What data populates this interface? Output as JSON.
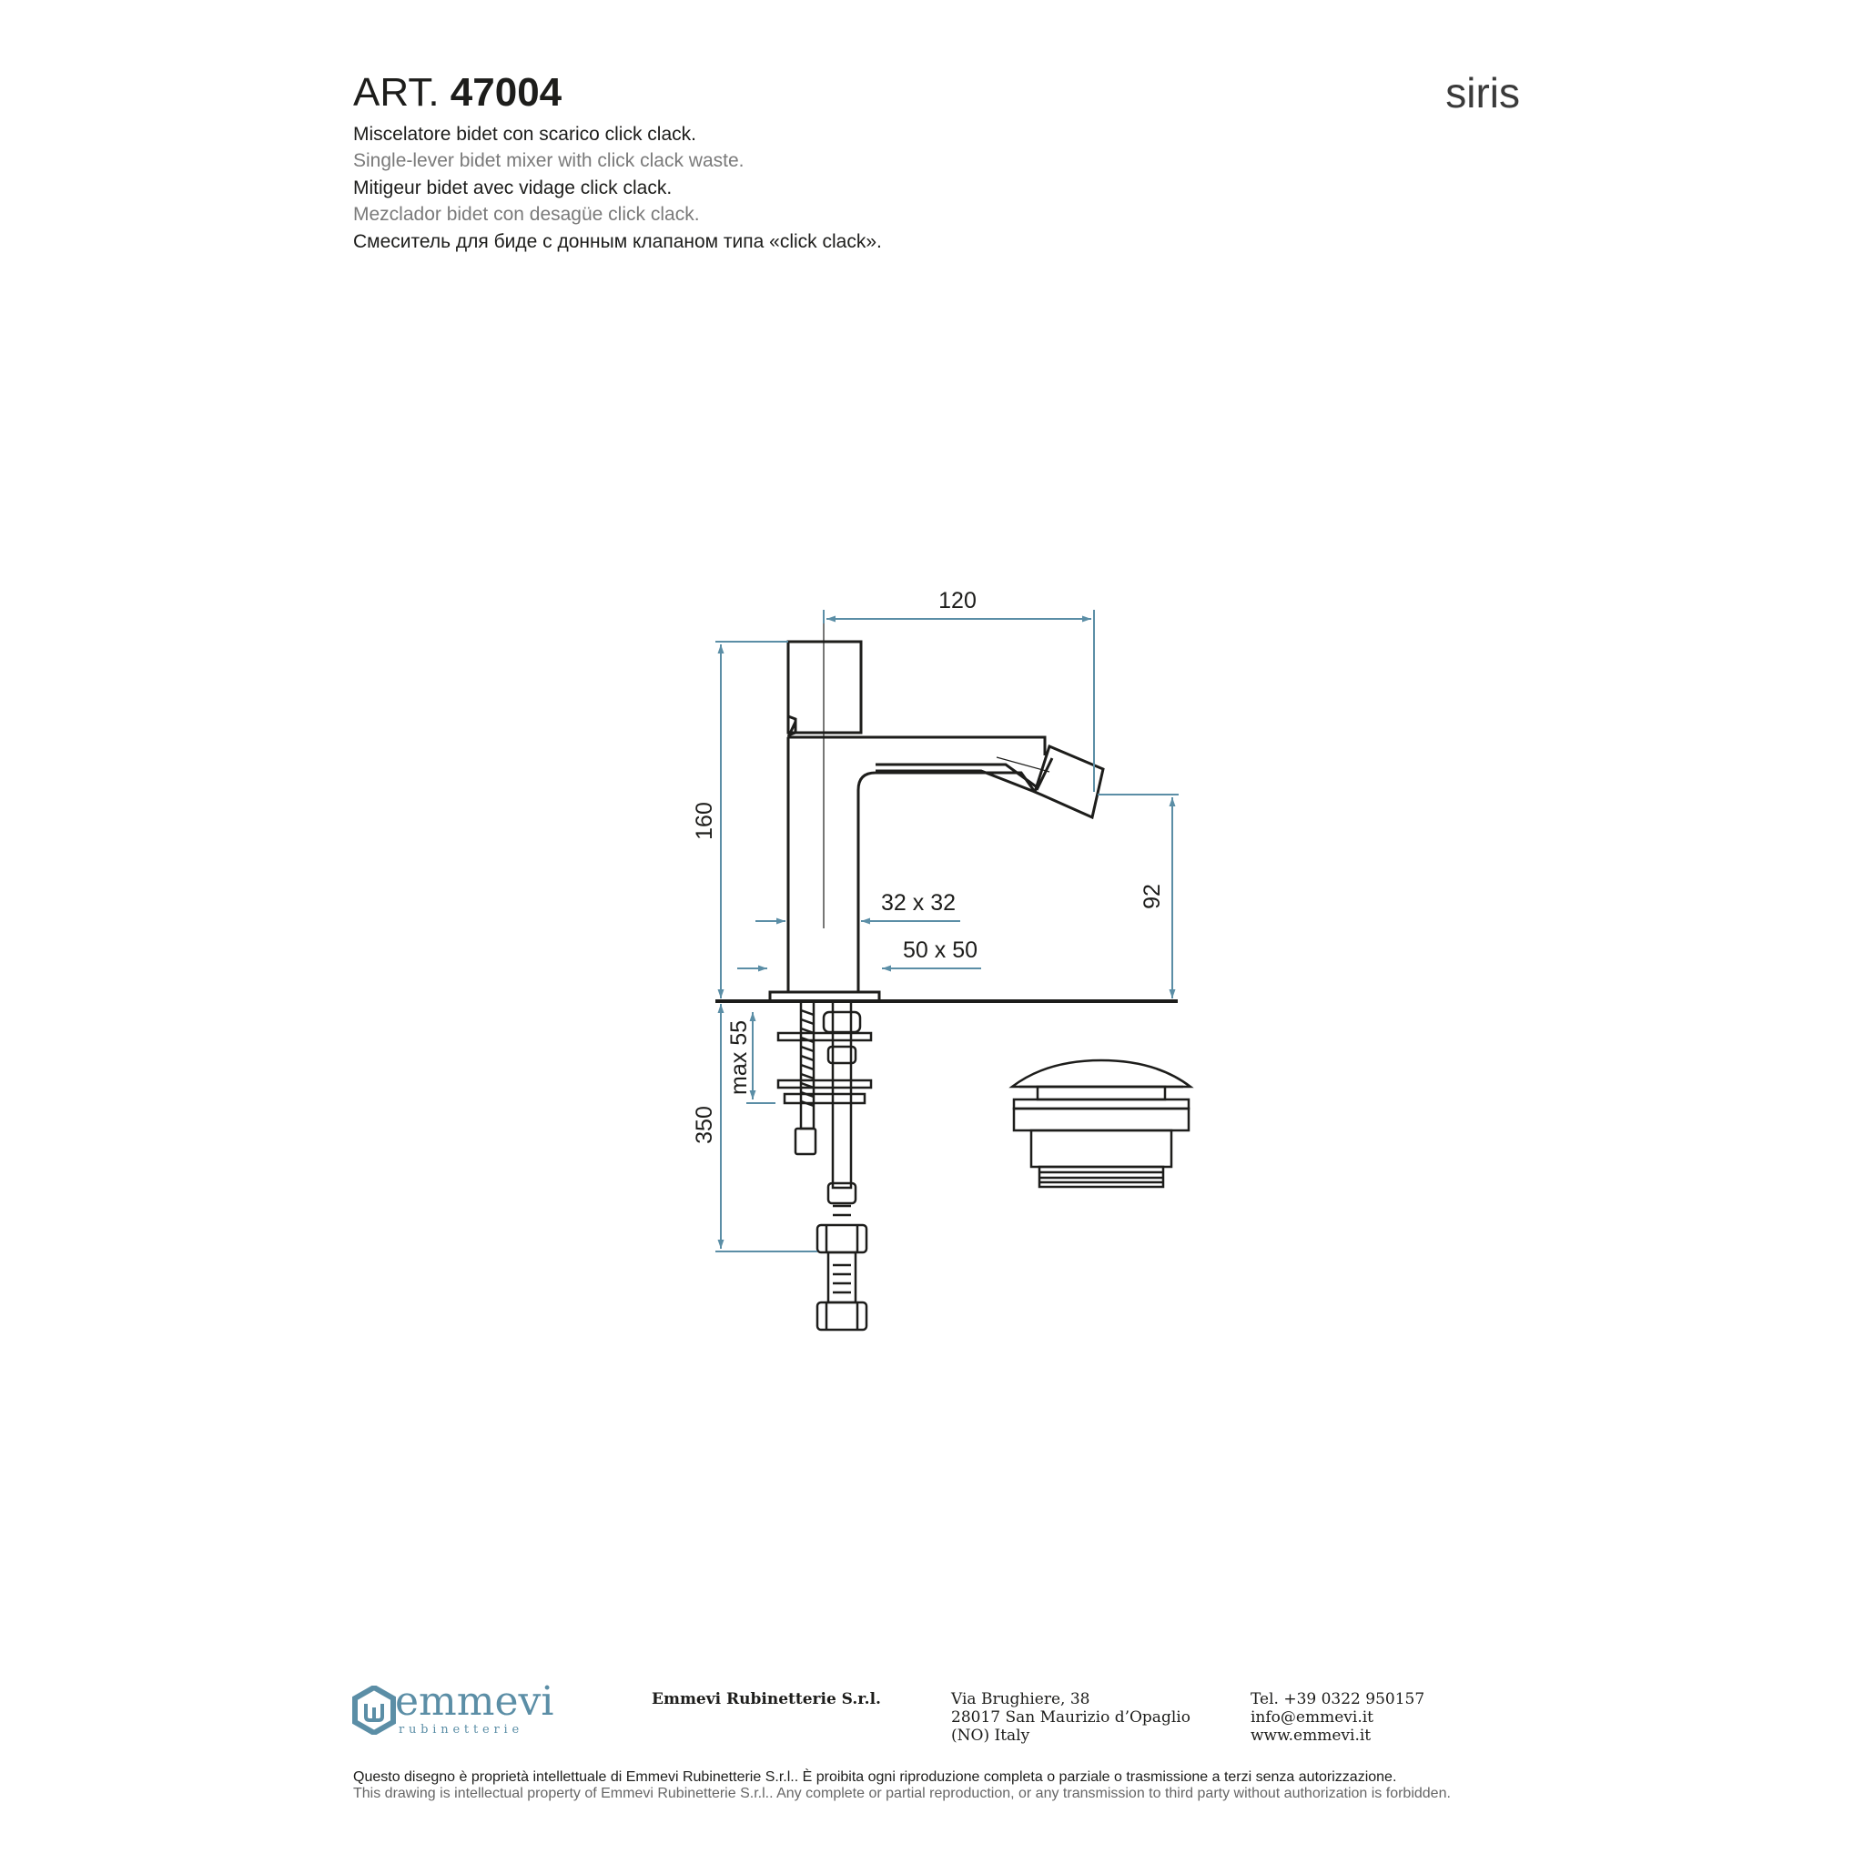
{
  "header": {
    "art_prefix": "ART.",
    "art_number": "47004",
    "series": "siris",
    "descriptions": [
      "Miscelatore bidet con scarico click clack.",
      "Single-lever bidet mixer with click clack waste.",
      "Mitigeur bidet avec vidage click clack.",
      "Mezclador bidet con desagüe click clack.",
      "Смеситель для биде с донным клапаном типа «click clack»."
    ]
  },
  "drawing": {
    "dimensions": {
      "width_spout": "120",
      "height_total": "160",
      "height_spout": "92",
      "body_section": "32 x 32",
      "base_section": "50 x 50",
      "max_thickness": "max 55",
      "hose_length": "350"
    },
    "colors": {
      "line": "#1d1d1b",
      "dimension": "#5b8ea6"
    }
  },
  "footer": {
    "logo_text": "emmevi",
    "logo_subtext": "rubinetterie",
    "company": "Emmevi Rubinetterie S.r.l.",
    "address": [
      "Via Brughiere, 38",
      "28017 San Maurizio d’Opaglio",
      "(NO) Italy"
    ],
    "contacts": [
      "Tel. +39 0322 950157",
      "info@emmevi.it",
      "www.emmevi.it"
    ],
    "legal_it": "Questo disegno è proprietà intellettuale di Emmevi Rubinetterie S.r.l.. È proibita ogni riproduzione completa o parziale o trasmissione a terzi senza autorizzazione.",
    "legal_en": "This drawing is intellectual property of Emmevi Rubinetterie S.r.l.. Any complete or partial reproduction, or any transmission to third party without authorization is forbidden."
  }
}
